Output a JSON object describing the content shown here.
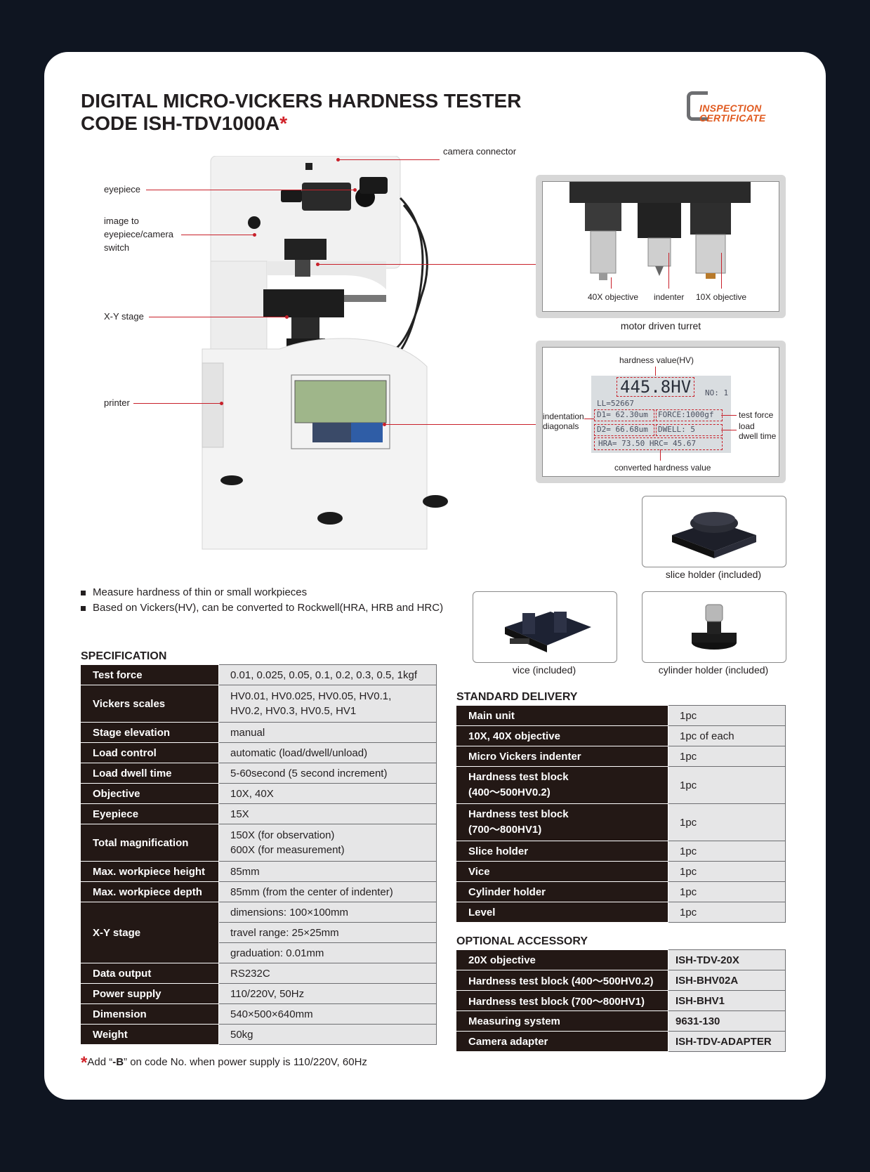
{
  "header": {
    "title_line1": "DIGITAL MICRO-VICKERS HARDNESS TESTER",
    "title_line2": "CODE ISH-TDV1000A",
    "title_star": "*"
  },
  "logo": {
    "line1": "INSPECTION",
    "line2": "CERTIFICATE"
  },
  "callouts": {
    "camera_connector": "camera connector",
    "eyepiece": "eyepiece",
    "switch_l1": "image to",
    "switch_l2": "eyepiece/camera",
    "switch_l3": "switch",
    "xy_stage": "X-Y stage",
    "printer": "printer"
  },
  "turret": {
    "obj40": "40X objective",
    "indenter": "indenter",
    "obj10": "10X objective",
    "caption": "motor driven turret"
  },
  "display": {
    "hardness_value": "hardness value(HV)",
    "indentation_l1": "indentation",
    "indentation_l2": "diagonals",
    "test_force": "test force",
    "dwell_l1": "load",
    "dwell_l2": "dwell time",
    "converted": "converted hardness value",
    "lcd_big": "445.8HV",
    "lcd_no": "NO: 1",
    "lcd_ll": "LL=52667",
    "lcd_d1": "D1= 62.30um",
    "lcd_force": "FORCE:1000gf",
    "lcd_d2": "D2= 66.68um",
    "lcd_dwell": "DWELL:  5",
    "lcd_conv": "HRA= 73.50  HRC= 45.67"
  },
  "accessories": {
    "slice_holder": "slice holder (included)",
    "vice": "vice (included)",
    "cylinder_holder": "cylinder holder (included)"
  },
  "features": [
    "Measure hardness of thin or small workpieces",
    "Based on Vickers(HV), can be converted to Rockwell(HRA, HRB and HRC)"
  ],
  "spec": {
    "heading": "SPECIFICATION",
    "rows": {
      "test_force": [
        "Test force",
        "0.01, 0.025, 0.05, 0.1, 0.2, 0.3, 0.5, 1kgf"
      ],
      "vickers": [
        "Vickers scales",
        "HV0.01, HV0.025, HV0.05, HV0.1,",
        "HV0.2, HV0.3, HV0.5, HV1"
      ],
      "stage_elev": [
        "Stage elevation",
        "manual"
      ],
      "load_control": [
        "Load control",
        "automatic (load/dwell/unload)"
      ],
      "dwell": [
        "Load dwell time",
        "5-60second (5 second increment)"
      ],
      "objective": [
        "Objective",
        "10X, 40X"
      ],
      "eyepiece": [
        "Eyepiece",
        "15X"
      ],
      "total_mag": [
        "Total magnification",
        "150X (for observation)",
        "600X (for measurement)"
      ],
      "max_height": [
        "Max. workpiece height",
        "85mm"
      ],
      "max_depth": [
        "Max. workpiece depth",
        "85mm (from the center of indenter)"
      ],
      "xy": [
        "X-Y stage",
        "dimensions: 100×100mm",
        "travel range: 25×25mm",
        "graduation: 0.01mm"
      ],
      "data_output": [
        "Data output",
        "RS232C"
      ],
      "power": [
        "Power supply",
        "110/220V, 50Hz"
      ],
      "dimension": [
        "Dimension",
        "540×500×640mm"
      ],
      "weight": [
        "Weight",
        "50kg"
      ]
    }
  },
  "delivery": {
    "heading": "STANDARD DELIVERY",
    "rows": {
      "r1": [
        "Main unit",
        "1pc"
      ],
      "r2": [
        "10X, 40X objective",
        "1pc of each"
      ],
      "r3": [
        "Micro Vickers indenter",
        "1pc"
      ],
      "r4": [
        "Hardness test block",
        "(400～500HV0.2)",
        "1pc"
      ],
      "r5": [
        "Hardness test block",
        "(700～800HV1)",
        "1pc"
      ],
      "r6": [
        "Slice holder",
        "1pc"
      ],
      "r7": [
        "Vice",
        "1pc"
      ],
      "r8": [
        "Cylinder holder",
        "1pc"
      ],
      "r9": [
        "Level",
        "1pc"
      ]
    }
  },
  "optional": {
    "heading": "OPTIONAL ACCESSORY",
    "rows": {
      "r1": [
        "20X objective",
        "ISH-TDV-20X"
      ],
      "r2": [
        "Hardness test block (400～500HV0.2)",
        "ISH-BHV02A"
      ],
      "r3": [
        "Hardness test block (700～800HV1)",
        "ISH-BHV1"
      ],
      "r4": [
        "Measuring system",
        "9631-130"
      ],
      "r5": [
        "Camera adapter",
        "ISH-TDV-ADAPTER"
      ]
    }
  },
  "footnote": {
    "star": "*",
    "pre": "Add “",
    "code": "-B",
    "post": "” on code No. when power supply is 110/220V, 60Hz"
  },
  "colors": {
    "background": "#0f1521",
    "accent_red": "#c8202a",
    "logo_orange": "#e05a1f",
    "table_dark": "#231815",
    "table_light": "#e6e6e7"
  }
}
